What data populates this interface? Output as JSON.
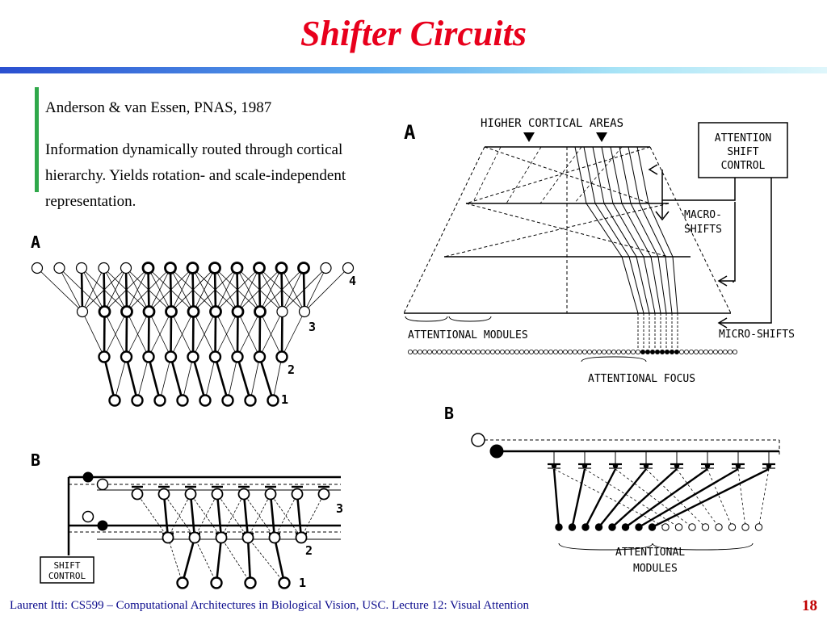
{
  "slide": {
    "title": "Shifter Circuits",
    "citation": "Anderson & van Essen, PNAS, 1987",
    "description": "Information dynamically routed through cortical hierarchy. Yields rotation- and scale-independent representation.",
    "footer": "Laurent Itti: CS599 – Computational Architectures in Biological Vision, USC. Lecture 12: Visual Attention",
    "page_number": "18"
  },
  "colors": {
    "title": "#e8001c",
    "accent_bar": "#2fa84a",
    "footer_text": "#0a0a8c",
    "page_number": "#c00000"
  },
  "figure_left_a": {
    "panel_label": "A",
    "level_labels": [
      "4",
      "3",
      "2",
      "1"
    ]
  },
  "figure_left_b": {
    "panel_label": "B",
    "control_label_line1": "SHIFT",
    "control_label_line2": "CONTROL",
    "level_labels": [
      "3",
      "2",
      "1"
    ]
  },
  "figure_right_a": {
    "panel_label": "A",
    "top_label": "HIGHER CORTICAL AREAS",
    "control_line1": "ATTENTION",
    "control_line2": "SHIFT",
    "control_line3": "CONTROL",
    "macro_line1": "MACRO-",
    "macro_line2": "SHIFTS",
    "micro_label": "MICRO-SHIFTS",
    "modules_label": "ATTENTIONAL MODULES",
    "focus_label": "ATTENTIONAL FOCUS"
  },
  "figure_right_b": {
    "panel_label": "B",
    "modules_line1": "ATTENTIONAL",
    "modules_line2": "MODULES"
  }
}
